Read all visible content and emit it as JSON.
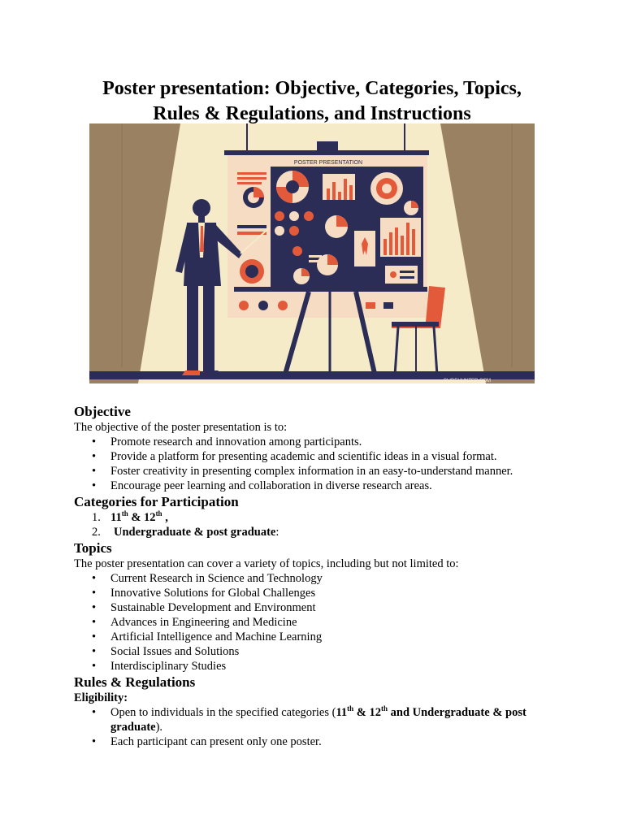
{
  "title_line1": "Poster presentation: Objective, Categories, Topics,",
  "title_line2": "Rules & Regulations, and Instructions",
  "image": {
    "poster_heading": "POSTER PRESENTATION",
    "credit": "SLIDEHUNTER.COM",
    "colors": {
      "wall": "#a38a68",
      "light": "#f6ebc8",
      "navy": "#2b2d56",
      "accent": "#e35a3b"
    }
  },
  "objective": {
    "heading": "Objective",
    "intro": "The objective of the poster presentation is to:",
    "items": [
      "Promote research and innovation among participants.",
      "Provide a platform for presenting academic and scientific ideas in a visual format.",
      "Foster creativity in presenting complex information in an easy-to-understand manner.",
      "Encourage peer learning and collaboration in diverse research areas."
    ]
  },
  "categories": {
    "heading": "Categories for Participation",
    "item1": {
      "num": "1.",
      "a": "11",
      "a_sup": "th",
      "mid": " & 12",
      "b_sup": "th",
      "end": " ,"
    },
    "item2": {
      "num": "2.",
      "text": "Undergraduate & post graduate",
      "end": ":"
    }
  },
  "topics": {
    "heading": "Topics",
    "intro": "The poster presentation can cover a variety of topics, including but not limited to:",
    "items": [
      "Current Research in Science and Technology",
      "Innovative Solutions for Global Challenges",
      "Sustainable Development and Environment",
      "Advances in Engineering and Medicine",
      "Artificial Intelligence and Machine Learning",
      "Social Issues and Solutions",
      "Interdisciplinary Studies"
    ]
  },
  "rules": {
    "heading": "Rules & Regulations",
    "eligibility_label": "Eligibility:",
    "item1": {
      "pre": "Open to individuals in the specified categories (",
      "a": "11",
      "a_sup": "th",
      "mid": " & 12",
      "b_sup": "th",
      "bold_rest": " and Undergraduate & post graduate",
      "end": ")."
    },
    "item2": "Each participant can present only one poster."
  }
}
